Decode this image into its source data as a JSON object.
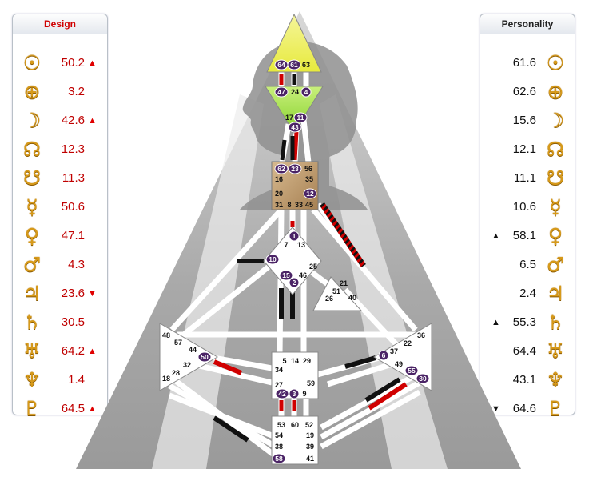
{
  "design_panel": {
    "title": "Design",
    "rows": [
      {
        "planet": "sun-icon",
        "glyph": "☉",
        "value": "50.2",
        "arrow": "▲"
      },
      {
        "planet": "earth-icon",
        "glyph": "⊕",
        "value": "3.2",
        "arrow": ""
      },
      {
        "planet": "moon-icon",
        "glyph": "☽",
        "value": "42.6",
        "arrow": "▲"
      },
      {
        "planet": "north-node-icon",
        "glyph": "☊",
        "value": "12.3",
        "arrow": ""
      },
      {
        "planet": "south-node-icon",
        "glyph": "☋",
        "value": "11.3",
        "arrow": ""
      },
      {
        "planet": "mercury-icon",
        "glyph": "☿",
        "value": "50.6",
        "arrow": ""
      },
      {
        "planet": "venus-icon",
        "glyph": "♀",
        "value": "47.1",
        "arrow": ""
      },
      {
        "planet": "mars-icon",
        "glyph": "♂",
        "value": "4.3",
        "arrow": ""
      },
      {
        "planet": "jupiter-icon",
        "glyph": "♃",
        "value": "23.6",
        "arrow": "▼"
      },
      {
        "planet": "saturn-icon",
        "glyph": "♄",
        "value": "30.5",
        "arrow": ""
      },
      {
        "planet": "uranus-icon",
        "glyph": "♅",
        "value": "64.2",
        "arrow": "▲"
      },
      {
        "planet": "neptune-icon",
        "glyph": "♆",
        "value": "1.4",
        "arrow": ""
      },
      {
        "planet": "pluto-icon",
        "glyph": "♇",
        "value": "64.5",
        "arrow": "▲"
      }
    ]
  },
  "personality_panel": {
    "title": "Personality",
    "rows": [
      {
        "planet": "sun-icon",
        "glyph": "☉",
        "value": "61.6",
        "arrow": ""
      },
      {
        "planet": "earth-icon",
        "glyph": "⊕",
        "value": "62.6",
        "arrow": ""
      },
      {
        "planet": "moon-icon",
        "glyph": "☽",
        "value": "15.6",
        "arrow": ""
      },
      {
        "planet": "north-node-icon",
        "glyph": "☊",
        "value": "12.1",
        "arrow": ""
      },
      {
        "planet": "south-node-icon",
        "glyph": "☋",
        "value": "11.1",
        "arrow": ""
      },
      {
        "planet": "mercury-icon",
        "glyph": "☿",
        "value": "10.6",
        "arrow": ""
      },
      {
        "planet": "venus-icon",
        "glyph": "♀",
        "value": "58.1",
        "arrow": "▲"
      },
      {
        "planet": "mars-icon",
        "glyph": "♂",
        "value": "6.5",
        "arrow": ""
      },
      {
        "planet": "jupiter-icon",
        "glyph": "♃",
        "value": "2.4",
        "arrow": ""
      },
      {
        "planet": "saturn-icon",
        "glyph": "♄",
        "value": "55.3",
        "arrow": "▲"
      },
      {
        "planet": "uranus-icon",
        "glyph": "♅",
        "value": "64.4",
        "arrow": ""
      },
      {
        "planet": "neptune-icon",
        "glyph": "♆",
        "value": "43.1",
        "arrow": ""
      },
      {
        "planet": "pluto-icon",
        "glyph": "♇",
        "value": "64.6",
        "arrow": "▼"
      }
    ]
  },
  "colors": {
    "design_red": "#d00000",
    "defined_black": "#111111",
    "head_center": "#f3f56a",
    "ajna_center": "#a6e34a",
    "g_center": "#ffffff",
    "throat_center": "#c5a47e",
    "active_gate_badge": "#4b2466",
    "panel_glyph": "#d79a1a"
  },
  "bodygraph": {
    "centers": {
      "head": {
        "gates": [
          "64",
          "61",
          "63"
        ]
      },
      "ajna": {
        "gates": [
          "47",
          "24",
          "4",
          "17",
          "11",
          "43"
        ]
      },
      "throat": {
        "gates": [
          "62",
          "23",
          "56",
          "16",
          "35",
          "20",
          "12",
          "31",
          "8",
          "33",
          "45"
        ]
      },
      "g": {
        "gates": [
          "1",
          "7",
          "13",
          "10",
          "25",
          "15",
          "46",
          "2"
        ]
      },
      "ego": {
        "gates": [
          "21",
          "51",
          "26",
          "40"
        ]
      },
      "spleen": {
        "gates": [
          "48",
          "57",
          "44",
          "50",
          "32",
          "28",
          "18"
        ]
      },
      "sacral": {
        "gates": [
          "5",
          "14",
          "29",
          "34",
          "27",
          "59",
          "42",
          "3",
          "9"
        ]
      },
      "solar_plexus": {
        "gates": [
          "36",
          "22",
          "37",
          "6",
          "49",
          "55",
          "30"
        ]
      },
      "root": {
        "gates": [
          "53",
          "60",
          "52",
          "54",
          "19",
          "38",
          "39",
          "58",
          "41"
        ]
      }
    },
    "active_gates": [
      "64",
      "61",
      "47",
      "4",
      "11",
      "43",
      "62",
      "23",
      "12",
      "1",
      "10",
      "15",
      "2",
      "50",
      "6",
      "55",
      "30",
      "42",
      "3",
      "58"
    ]
  }
}
